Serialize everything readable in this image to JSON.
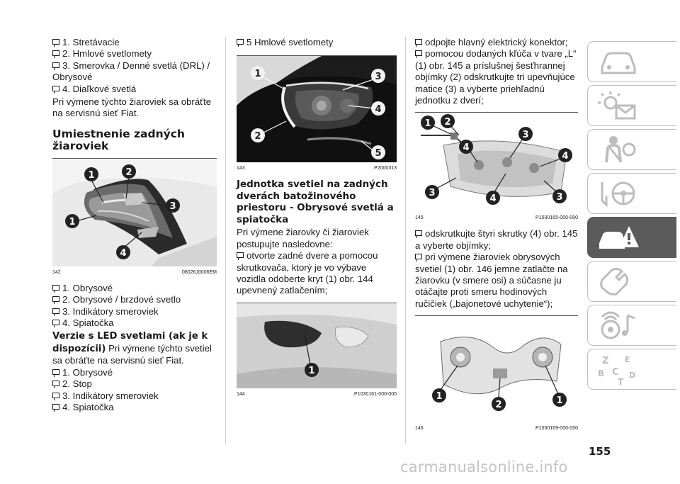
{
  "col1": {
    "list1": [
      "1. Stretávacie",
      "2. Hmlové svetlomety",
      "3. Smerovka / Denné svetlá (DRL) / Obrysové",
      "4. Diaľkové svetlá"
    ],
    "para1": "Pri výmene týchto žiaroviek sa obráťte na servisnú sieť Fiat.",
    "heading": "Umiestnenie zadných žiaroviek",
    "fig142": {
      "number": "142",
      "code": "08026J0006EM",
      "callouts": [
        "1",
        "2",
        "3",
        "1",
        "4"
      ]
    },
    "list2": [
      "1. Obrysové",
      "2. Obrysové / brzdové svetlo",
      "3. Indikátory smeroviek",
      "4. Spiatočka"
    ],
    "led_heading": "Verzie s LED svetlami (ak je k dispozícii)",
    "led_text": "Pri výmene týchto svetiel sa obráťte na servisnú sieť Fiat.",
    "list3": [
      "1. Obrysové",
      "2. Stop",
      "3. Indikátory smeroviek",
      "4. Spiatočka"
    ]
  },
  "col2": {
    "item5": "5 Hmlové svetlomety",
    "fig143": {
      "number": "143",
      "code": "P2000313",
      "callouts": [
        "1",
        "2",
        "3",
        "4",
        "5"
      ]
    },
    "heading": "Jednotka svetiel na zadných dverách batožinového priestoru - Obrysové svetlá a spiatočka",
    "para": "Pri výmene žiarovky či žiaroviek postupujte nasledovne:",
    "bullet1": "otvorte zadné dvere a pomocou skrutkovača, ktorý je vo výbave vozidla odoberte kryt (1) obr. 144 upevnený zatlačením;",
    "fig144": {
      "number": "144",
      "code": "P1030161-000-000",
      "callouts": [
        "1"
      ]
    }
  },
  "col3": {
    "bullet1": "odpojte hlavný elektrický konektor;",
    "bullet2": "pomocou dodaných kľúča v tvare „L“ (1) obr. 145 a príslušnej šesťhrannej objímky (2) odskrutkujte tri upevňujúce matice (3) a vyberte priehľadnú jednotku z dverí;",
    "fig145": {
      "number": "145",
      "code": "P1030165-000-000",
      "callouts": [
        "1",
        "2",
        "3",
        "4",
        "4",
        "3",
        "4",
        "3"
      ]
    },
    "bullet3": "odskrutkujte štyri skrutky (4) obr. 145 a vyberte objímky;",
    "bullet4": "pri výmene žiaroviek obrysových svetiel (1) obr. 146 jemne zatlačte na žiarovku (v smere osi) a súčasne ju otáčajte proti smeru hodinových ručičiek („bajonetové uchytenie“);",
    "fig146": {
      "number": "146",
      "code": "P1030169-000-000",
      "callouts": [
        "1",
        "2",
        "1"
      ]
    }
  },
  "page_number": "155",
  "watermark": "carmanualsonline.info",
  "sidebar": {
    "icons": [
      "car-dashboard-icon",
      "warning-lights-message-icon",
      "seatbelt-airbag-icon",
      "key-steering-wheel-icon",
      "breakdown-triangle-icon",
      "wrench-maintenance-icon",
      "multimedia-music-icon",
      "alphabetical-index-icon"
    ],
    "active_index": 4,
    "index_letters": [
      "Z",
      "E",
      "B",
      "C",
      "T",
      "D"
    ]
  },
  "colors": {
    "text": "#1a1a1a",
    "active_tab": "#5b5b5b",
    "tab_border": "#bdbdbd",
    "watermark": "#c4c4c4",
    "callout": "#222222"
  }
}
